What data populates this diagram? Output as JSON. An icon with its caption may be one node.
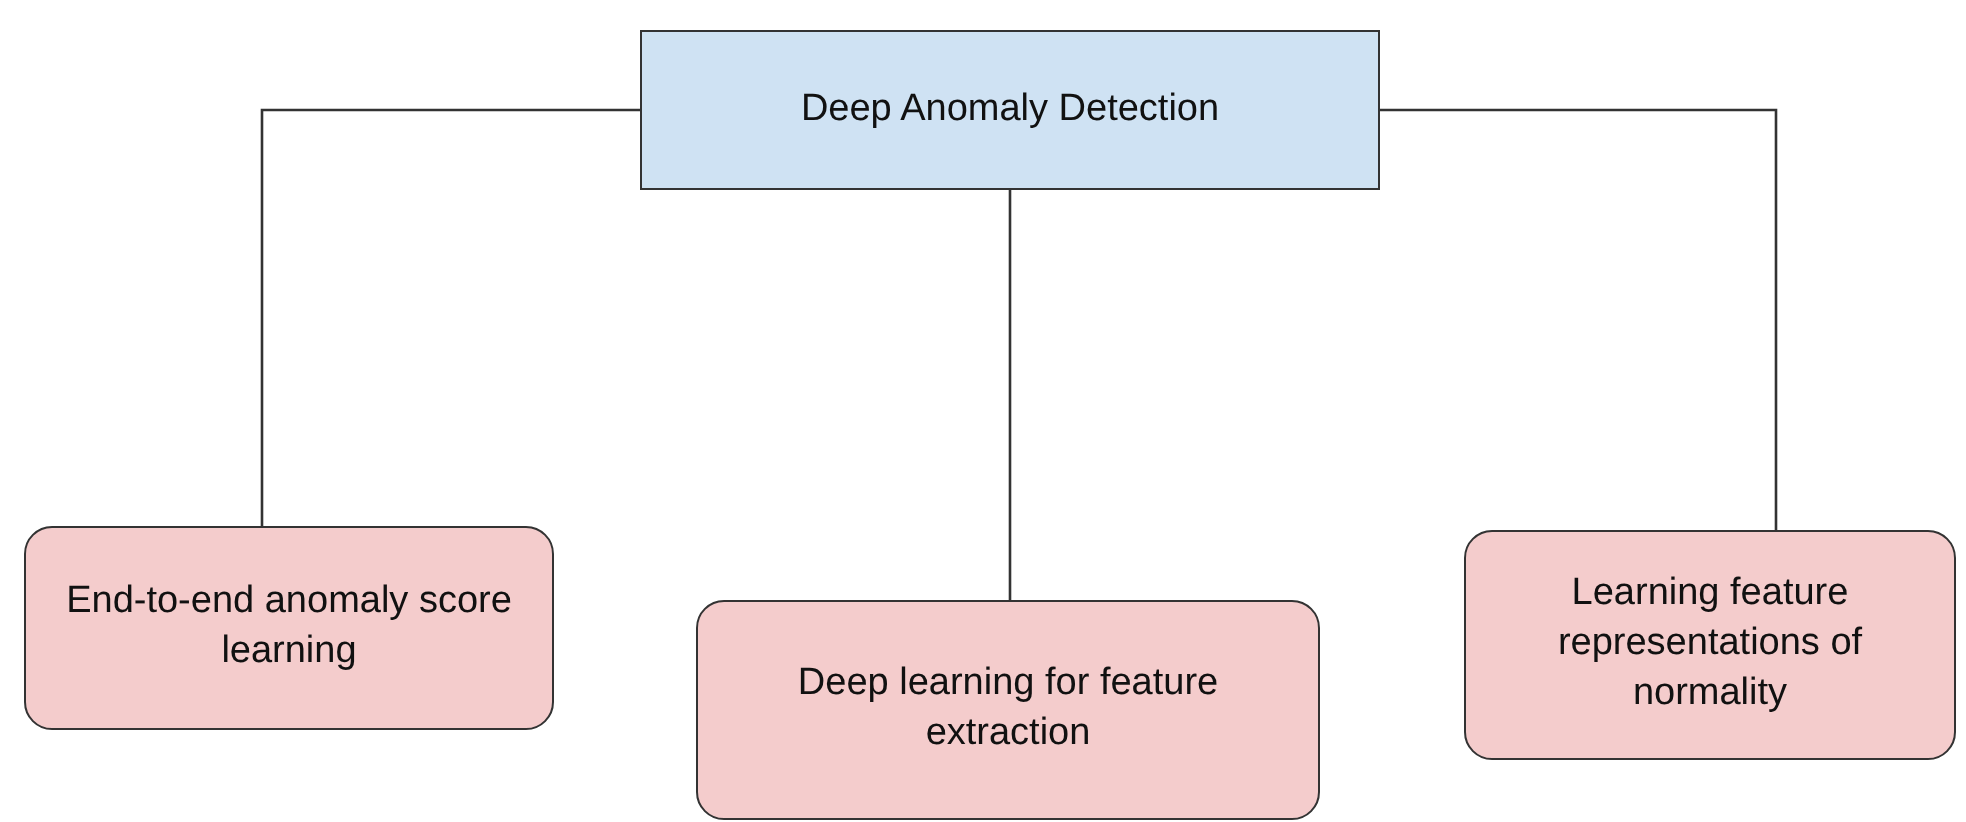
{
  "diagram": {
    "nodes": [
      {
        "text": [
          "Deep Anomaly Detection"
        ]
      },
      {
        "text": [
          "End-to-end anomaly score learning"
        ]
      },
      {
        "text": [
          "Deep learning for feature extraction"
        ]
      },
      {
        "text": [
          "Learning feature representations of normality"
        ]
      }
    ],
    "edges": [
      {
        "from": 0,
        "to": 1,
        "arrow": "none"
      },
      {
        "from": 0,
        "to": 2,
        "arrow": "none"
      },
      {
        "from": 0,
        "to": 3,
        "arrow": "none"
      }
    ]
  }
}
